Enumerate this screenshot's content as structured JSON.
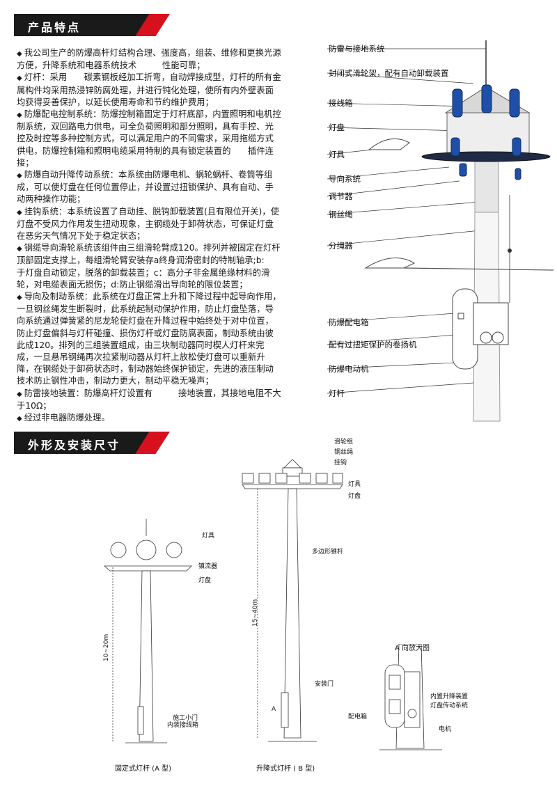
{
  "section1_title": "产品特点",
  "section2_title": "外形及安装尺寸",
  "features": [
    "我公司生产的防爆高杆灯结构合理、强度高，组装、维修和更换光源方便，升降系统和电器系统技术　　　性能可靠；",
    "灯杆：采用　　碳素钢板经加工折弯，自动焊接成型，灯杆的所有金属构件均采用热浸锌防腐处理，并进行钝化处理，使所有内外壁表面均获得妥善保护，以延长使用寿命和节约维护费用；",
    "防爆配电控制系统：防爆控制箱固定于灯杆底部，内置照明和电机控制系统，双回路电力供电，可全负荷照明和部分照明，具有手控、光控及时控等多种控制方式，可以满足用户的不同需求，采用拖缆方式供电，防爆控制箱和照明电缆采用特制的具有锁定装置的　　插件连接；",
    "防爆自动升降传动系统：本系统由防爆电机、蜗轮蜗杆、卷筒等组成，可以使灯盘在任何位置停止，并设置过扭锁保护、具有自动、手动两种操作功能；",
    "挂钩系统：本系统设置了自动挂、脱钩卸载装置(且有限位开关)，使灯盘不受风力作用发生扭动现象，主钢缆处于卸荷状态，可保证灯盘在恶劣天气情况下处于稳定状态；",
    "钢缆导向滑轮系统该组件由三组滑轮臂成120。排列并被固定在灯杆顶部固定支撑上，每组滑轮臂安装存a终身润滑密封的特制轴承;b:　　于灯盘自动锁定，脱落的卸载装置；c：高分子非金属绝缘材料的滑轮，对电缆表面无损伤；d:防止钢缆滑出导向轮的限位装置；",
    "导向及制动系统：此系统在灯盘正常上升和下降过程中起导向作用，一旦钢丝绳发生断裂时，此系统起制动保护作用，防止灯盘坠落，导向系统通过弹簧紧的尼龙轮使灯盘在升降过程中始终处于对中位置，防止灯盘偏斜与灯杆碰撞、损伤灯杆或灯盘防腐表面，制动系统由彼此成120。排列的三组装置组成，由三块制动器同时楔人灯杆来完成，一旦悬吊钢绳再次拉紧制动器从灯杆上放松使灯盘可以重新升降，在钢缆处于卸荷状态时，制动器始终保护锁定，先进的液压制动技术防止钢性冲击，制动力更大，制动平稳无噪声；",
    "防雷接地装置：防爆高杆灯设置有　　　接地装置，其接地电阻不大于10Ω；",
    "经过非电器防爆处理。"
  ],
  "diagram_labels": [
    "防雷与接地系统",
    "封闭式滑轮架，配有自动卸载装置",
    "接线箱",
    "灯盘",
    "灯具",
    "导向系统",
    "调节器",
    "钢丝绳",
    "分绳器",
    "防爆配电箱",
    "配有过扭矩保护的卷扬机",
    "防爆电动机",
    "灯杆"
  ],
  "fixed_pole": {
    "lamp": "灯具",
    "stabilizer": "镇流器",
    "disc": "灯盘",
    "height": "10~20m",
    "door": "施工小门",
    "junction": "内装接线箱",
    "caption": "固定式灯杆 (A 型)"
  },
  "lift_pole": {
    "pulley": "滑轮组",
    "cable": "钢丝绳",
    "hook": "挂钩",
    "lamp": "灯具",
    "disc": "灯盘",
    "pole": "多边形锥杆",
    "height": "15~40m",
    "door": "安装门",
    "a_mark": "A",
    "caption": "升降式灯杆 ( B 型)"
  },
  "detail": {
    "title": "A 向放大图",
    "lift": "内置升降装置",
    "drive": "灯盘传动系统",
    "dist": "配电箱",
    "motor": "电机"
  }
}
